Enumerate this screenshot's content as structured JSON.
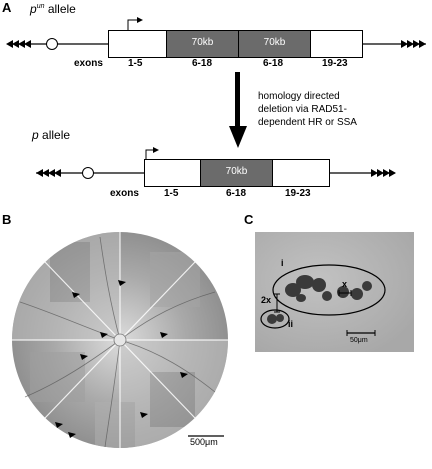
{
  "panelA": {
    "label": "A",
    "top_allele_name": "p",
    "top_allele_sup": "un",
    "top_allele_suffix": " allele",
    "top_duplicate_left": "70kb",
    "top_duplicate_right": "70kb",
    "top_exon_label": "exons",
    "top_exon_groups": [
      "1-5",
      "6-18",
      "6-18",
      "19-23"
    ],
    "arrow_text_lines": [
      "homology directed",
      "deletion via RAD51-",
      "dependent HR or SSA"
    ],
    "bottom_allele_name": "p",
    "bottom_allele_suffix": " allele",
    "bottom_segment": "70kb",
    "bottom_exon_label": "exons",
    "bottom_exon_groups": [
      "1-5",
      "6-18",
      "19-23"
    ]
  },
  "panelB": {
    "label": "B",
    "scale_bar": "500μm"
  },
  "panelC": {
    "label": "C",
    "marker_i": "i",
    "marker_ii": "ii",
    "marker_x": "x",
    "marker_2x": "2x",
    "scale_bar": "50μm"
  },
  "colors": {
    "duplicate_gray": "#6b6b6b",
    "micrograph_bg": "#b5b5b5"
  }
}
